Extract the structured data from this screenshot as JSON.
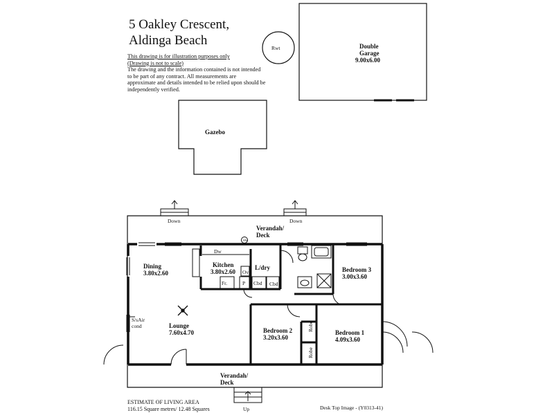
{
  "header": {
    "address_line1": "5 Oakley Crescent,",
    "address_line2": "Aldinga Beach"
  },
  "disclaimer": {
    "line1": "This drawing is for illustration purposes only",
    "line2": "(Drawing is not to scale)",
    "body": "The drawing and the information contained is not intended to be part of any contract.  All measurements are approximate and details intended to be relied upon should be independently verified."
  },
  "rooms": {
    "rwt": "Rwt",
    "garage_name1": "Double",
    "garage_name2": "Garage",
    "garage_dim": "9.00x6.00",
    "gazebo": "Gazebo",
    "dining": "Dining",
    "dining_dim": "3.80x2.60",
    "kitchen": "Kitchen",
    "kitchen_dim": "3.80x2.60",
    "laundry": "L/dry",
    "bedroom3": "Bedroom 3",
    "bedroom3_dim": "3.00x3.60",
    "bedroom2": "Bedroom 2",
    "bedroom2_dim": "3.20x3.60",
    "bedroom1": "Bedroom 1",
    "bedroom1_dim": "4.09x3.60",
    "lounge": "Lounge",
    "lounge_dim": "7.60x4.70",
    "verandah_top1": "Verandah/",
    "verandah_top2": "Deck",
    "verandah_bottom1": "Verandah/",
    "verandah_bottom2": "Deck"
  },
  "fixtures": {
    "dw": "Dw",
    "ov": "Ov",
    "fr": "Fr.",
    "p": "P",
    "cbd1": "Cbd",
    "cbd2": "Cbd",
    "robe1": "Robe",
    "robe2": "Robe",
    "hw": "HW",
    "aircon1": "S/sAir",
    "aircon2": "cond"
  },
  "stairs": {
    "down_left": "Down",
    "down_right": "Down",
    "up": "Up"
  },
  "footer": {
    "estimate_title": "ESTIMATE OF LIVING AREA",
    "estimate_value": "116.15 Square metres/  12.48 Squares",
    "image_ref": "Desk Top Image -  (Y0313-41)"
  }
}
